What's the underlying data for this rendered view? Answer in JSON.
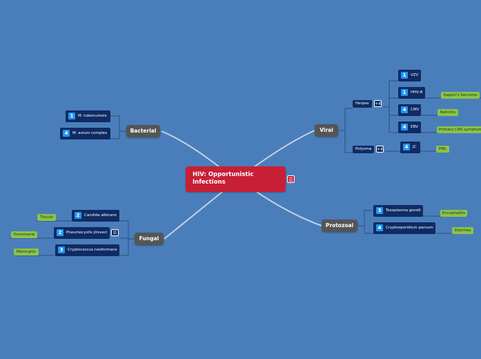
{
  "root": {
    "title": "HIV:  Opportunistic Infections"
  },
  "branches": {
    "bacterial": "Bacterial",
    "viral": "Viral",
    "fungal": "Fungal",
    "protozoal": "Protozoal"
  },
  "bacterial_items": [
    {
      "num": "1",
      "label": "M. tuberculosis"
    },
    {
      "num": "4",
      "label": "M. avium complex"
    }
  ],
  "viral_groups": {
    "herpes": "Herpes",
    "polyoma": "Polyoma",
    "collapse_symbol": "+4"
  },
  "viral_items": [
    {
      "num": "1",
      "label": "VZV"
    },
    {
      "num": "1",
      "label": "HHV-8"
    },
    {
      "num": "4",
      "label": "CMV"
    },
    {
      "num": "4",
      "label": "EBV"
    },
    {
      "num": "4",
      "label": "JC"
    }
  ],
  "viral_notes": [
    "Kaposi's Sarcoma",
    "Retinitis",
    "Primary CNS Lymphoma",
    "PML"
  ],
  "fungal_items": [
    {
      "num": "2",
      "label": "Candida albicans"
    },
    {
      "num": "2",
      "label": "Pneumocystis jiroveci"
    },
    {
      "num": "3",
      "label": "Cryptococcus neoformans"
    }
  ],
  "fungal_notes": [
    "Thrush",
    "Pneumonia",
    "Meningitis"
  ],
  "protozoal_items": [
    {
      "num": "3",
      "label": "Toxoplasma gondii"
    },
    {
      "num": "4",
      "label": "Cryptosporidium parvum"
    }
  ],
  "protozoal_notes": [
    "Encephalitis",
    "Diarrhea"
  ],
  "icons": {
    "note": "note-icon",
    "collapse": "plus-icon"
  },
  "colors": {
    "background": "#4a7ebb",
    "root": "#c81f35",
    "branch": "#555555",
    "topic": "#0f2b63",
    "badge": "#2196f3",
    "note": "#8bc34a"
  }
}
